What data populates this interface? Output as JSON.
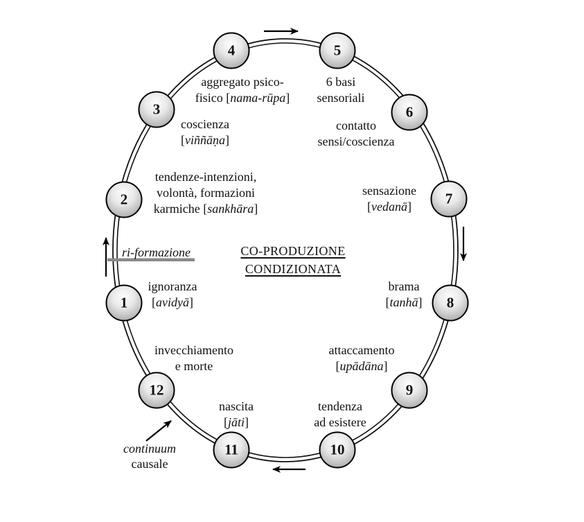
{
  "title": {
    "line1": "CO-PRODUZIONE",
    "line2": "CONDIZIONATA"
  },
  "annotations": {
    "reformation": "ri-formazione",
    "continuum_line1": "continuum",
    "continuum_line2": "causale"
  },
  "brackets": {
    "open": "[",
    "close": "]"
  },
  "icons": {
    "top": "arrow-right-icon",
    "right_side": "arrow-down-icon",
    "bottom": "arrow-left-icon",
    "left_side": "arrow-up-icon",
    "continuum": "diagonal-arrow-icon"
  },
  "colors": {
    "outline": "#000000",
    "node_fill_light": "#fdfdfd",
    "node_fill_dark": "#8f8f8f",
    "underline_bar": "#8a8a8a",
    "background": "#ffffff"
  },
  "nodes": [
    {
      "number": "1",
      "lines": [
        {
          "t": "ignoranza"
        },
        {
          "p": "avidyā"
        }
      ]
    },
    {
      "number": "2",
      "lines": [
        {
          "t": "tendenze-intenzioni,"
        },
        {
          "t": "volontà, formazioni"
        },
        {
          "t": "karmiche ",
          "p": "sankhāra"
        }
      ]
    },
    {
      "number": "3",
      "lines": [
        {
          "t": "coscienza"
        },
        {
          "p": "viññāṇa"
        }
      ]
    },
    {
      "number": "4",
      "lines": [
        {
          "t": "aggregato psico-"
        },
        {
          "t": "fisico ",
          "p": "nama-rūpa"
        }
      ]
    },
    {
      "number": "5",
      "lines": [
        {
          "t": "6 basi"
        },
        {
          "t": "sensoriali"
        }
      ]
    },
    {
      "number": "6",
      "lines": [
        {
          "t": "contatto"
        },
        {
          "t": "sensi/coscienza"
        }
      ]
    },
    {
      "number": "7",
      "lines": [
        {
          "t": "sensazione"
        },
        {
          "p": "vedanā"
        }
      ]
    },
    {
      "number": "8",
      "lines": [
        {
          "t": "brama"
        },
        {
          "p": "tanhā"
        }
      ]
    },
    {
      "number": "9",
      "lines": [
        {
          "t": "attaccamento"
        },
        {
          "p": "upādāna"
        }
      ]
    },
    {
      "number": "10",
      "lines": [
        {
          "t": "tendenza"
        },
        {
          "t": "ad esistere"
        }
      ]
    },
    {
      "number": "11",
      "lines": [
        {
          "t": "nascita"
        },
        {
          "p": "jāti"
        }
      ]
    },
    {
      "number": "12",
      "lines": [
        {
          "t": "invecchiamento"
        },
        {
          "t": "e morte"
        }
      ]
    }
  ]
}
